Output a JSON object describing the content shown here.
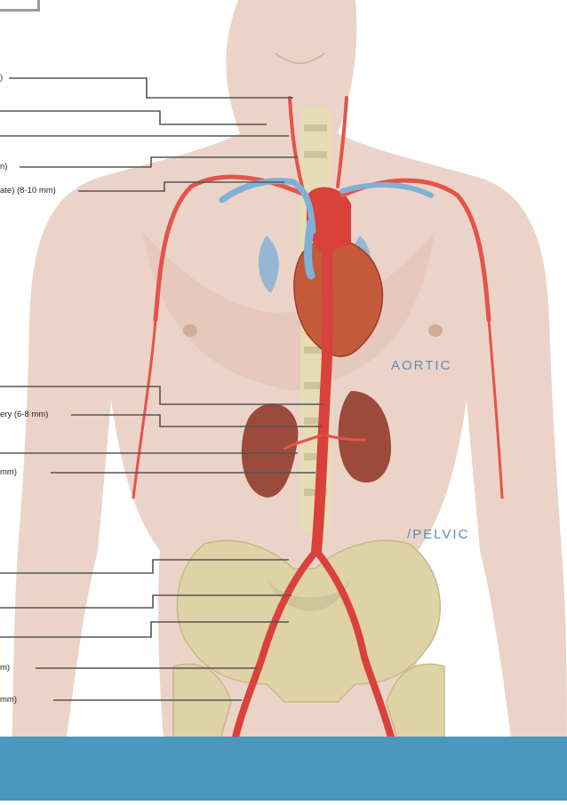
{
  "colors": {
    "skin": "#ecd3c8",
    "skin_shadow": "#d9b6a8",
    "artery": "#d9413a",
    "artery_light": "#ef7b70",
    "vein": "#7fb0d6",
    "bone": "#ded2a6",
    "kidney": "#9b4a3c",
    "heart": "#c55a3b",
    "section_label": "#5b8fb8",
    "band": "#4a98bd",
    "leader": "#555555"
  },
  "sections": {
    "aortic": "AORTIC",
    "iliac_pelvic": "/PELVIC"
  },
  "callouts": [
    {
      "id": "callout-1",
      "text": ")"
    },
    {
      "id": "callout-2",
      "text": ""
    },
    {
      "id": "callout-3",
      "text": ""
    },
    {
      "id": "callout-4",
      "text": "n)"
    },
    {
      "id": "callout-5",
      "text": "ate) (8-10 mm)"
    },
    {
      "id": "callout-6",
      "text": ""
    },
    {
      "id": "callout-7",
      "text": "ery (6-8 mm)"
    },
    {
      "id": "callout-8",
      "text": ""
    },
    {
      "id": "callout-9",
      "text": "mm)"
    },
    {
      "id": "callout-10",
      "text": ""
    },
    {
      "id": "callout-11",
      "text": ""
    },
    {
      "id": "callout-12",
      "text": ""
    },
    {
      "id": "callout-13",
      "text": "m)"
    },
    {
      "id": "callout-14",
      "text": "mm)"
    }
  ]
}
